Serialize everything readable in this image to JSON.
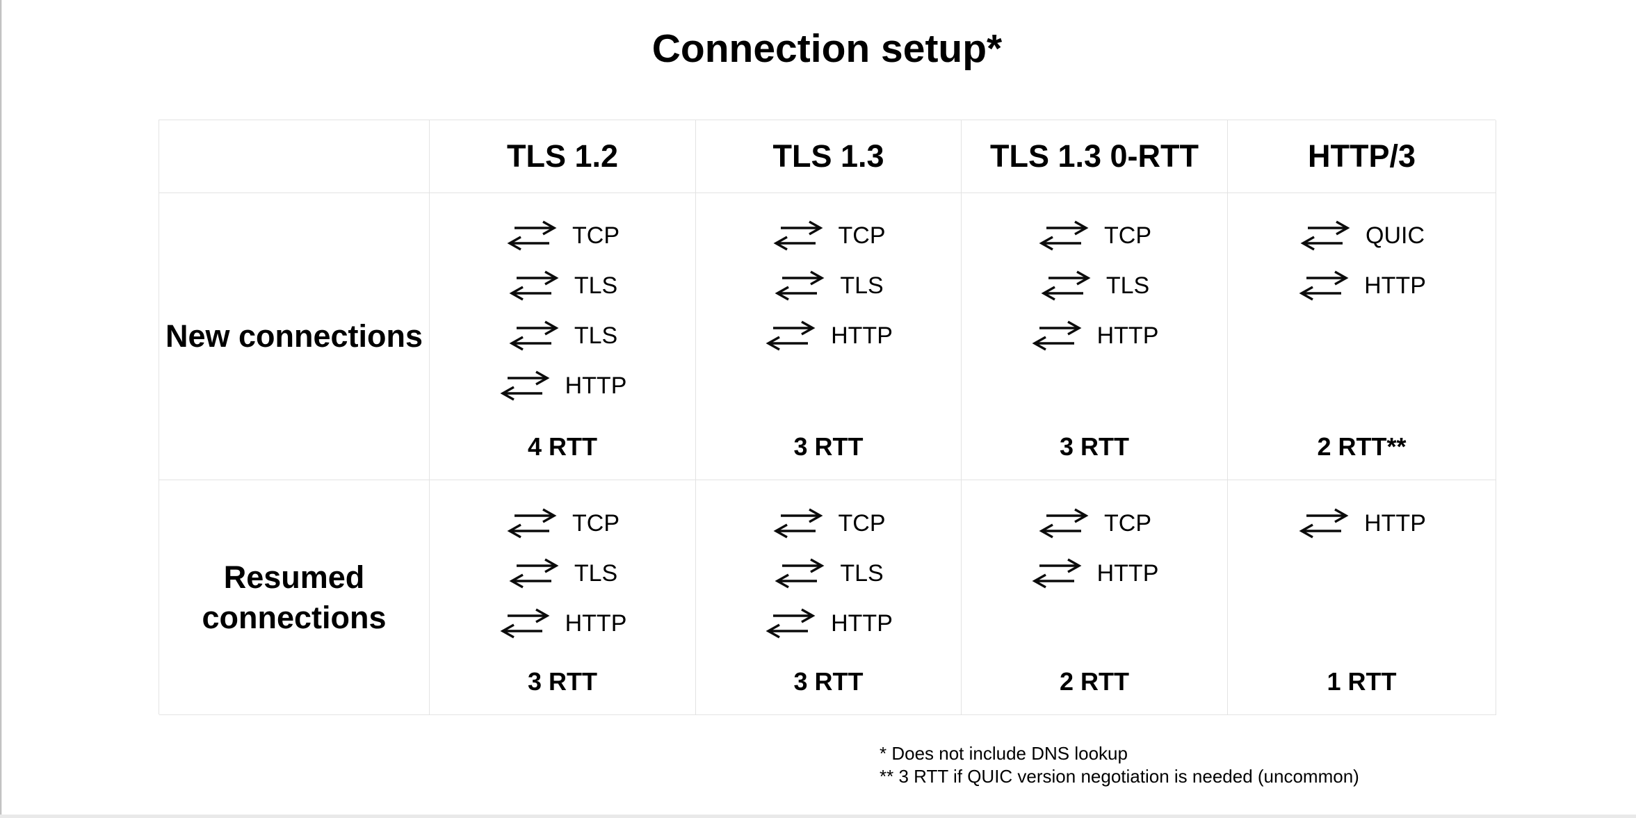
{
  "page": {
    "title": "Connection setup*",
    "footnote1": "* Does not include DNS lookup",
    "footnote2": "** 3 RTT if QUIC version negotiation is needed (uncommon)"
  },
  "icons": {
    "round_trip": "round-trip-arrows"
  },
  "table": {
    "columns": [
      "TLS 1.2",
      "TLS 1.3",
      "TLS 1.3 0-RTT",
      "HTTP/3"
    ],
    "rows": [
      {
        "label": "New connections",
        "cells": [
          {
            "steps": [
              "TCP",
              "TLS",
              "TLS",
              "HTTP"
            ],
            "rtt": "4 RTT"
          },
          {
            "steps": [
              "TCP",
              "TLS",
              "HTTP"
            ],
            "rtt": "3 RTT"
          },
          {
            "steps": [
              "TCP",
              "TLS",
              "HTTP"
            ],
            "rtt": "3 RTT"
          },
          {
            "steps": [
              "QUIC",
              "HTTP"
            ],
            "rtt": "2 RTT**"
          }
        ]
      },
      {
        "label": "Resumed connections",
        "cells": [
          {
            "steps": [
              "TCP",
              "TLS",
              "HTTP"
            ],
            "rtt": "3 RTT"
          },
          {
            "steps": [
              "TCP",
              "TLS",
              "HTTP"
            ],
            "rtt": "3 RTT"
          },
          {
            "steps": [
              "TCP",
              "HTTP"
            ],
            "rtt": "2 RTT"
          },
          {
            "steps": [
              "HTTP"
            ],
            "rtt": "1 RTT"
          }
        ]
      }
    ]
  }
}
